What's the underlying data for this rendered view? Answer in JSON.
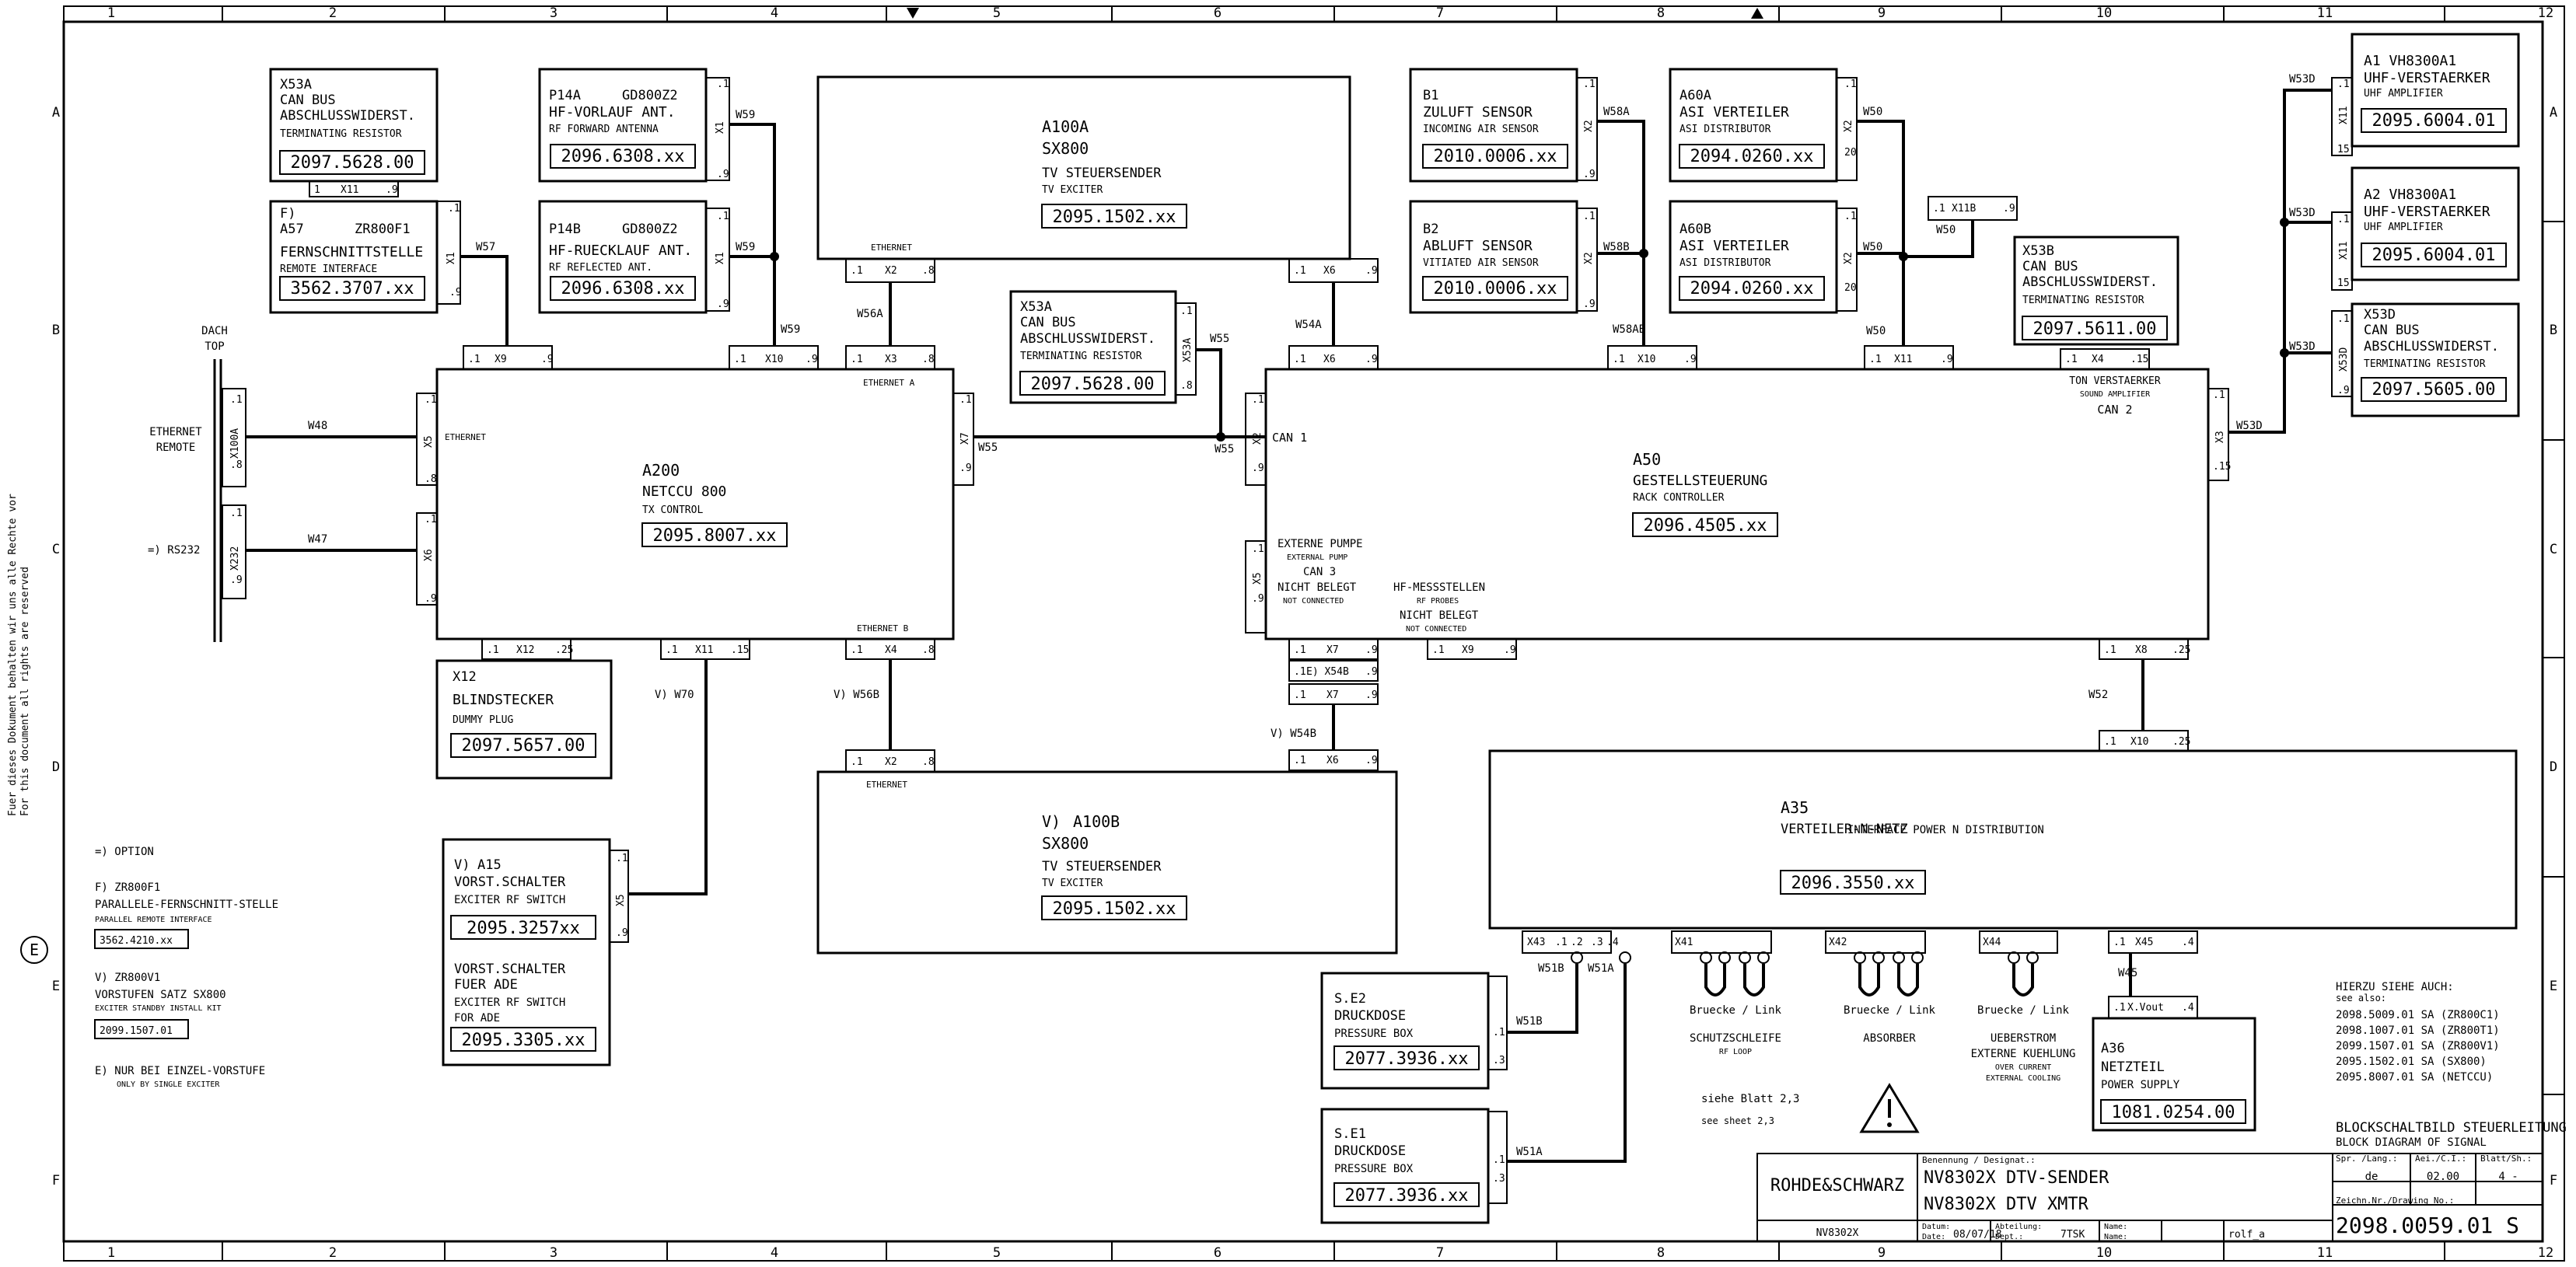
{
  "grid": {
    "cols": [
      "1",
      "2",
      "3",
      "4",
      "5",
      "6",
      "7",
      "8",
      "9",
      "10",
      "11",
      "12"
    ],
    "rows": [
      "A",
      "B",
      "C",
      "D",
      "E",
      "F"
    ]
  },
  "side_note": {
    "line1": "Fuer dieses Dokument behalten wir uns alle Rechte vor",
    "line2": "For this document all rights are reserved",
    "mark": "E"
  },
  "blocks": {
    "x53a_top": {
      "ref": "X53A",
      "l1": "CAN BUS",
      "l2": "ABSCHLUSSWIDERST.",
      "sub": "TERMINATING RESISTOR",
      "part": "2097.5628.00"
    },
    "a57": {
      "prefix": "F)",
      "ref": "A57",
      "type": "ZR800F1",
      "l1": "FERNSCHNITTSTELLE",
      "sub": "REMOTE INTERFACE",
      "part": "3562.3707.xx"
    },
    "p14a": {
      "ref": "P14A",
      "type": "GD800Z2",
      "l1": "HF-VORLAUF ANT.",
      "sub": "RF FORWARD ANTENNA",
      "part": "2096.6308.xx"
    },
    "p14b": {
      "ref": "P14B",
      "type": "GD800Z2",
      "l1": "HF-RUECKLAUF ANT.",
      "sub": "RF REFLECTED ANT.",
      "part": "2096.6308.xx"
    },
    "a100a": {
      "ref": "A100A",
      "type": "SX800",
      "l1": "TV STEUERSENDER",
      "sub": "TV EXCITER",
      "part": "2095.1502.xx"
    },
    "x53a_mid": {
      "ref": "X53A",
      "l1": "CAN BUS",
      "l2": "ABSCHLUSSWIDERST.",
      "sub": "TERMINATING RESISTOR",
      "part": "2097.5628.00"
    },
    "b1": {
      "ref": "B1",
      "l1": "ZULUFT SENSOR",
      "sub": "INCOMING AIR SENSOR",
      "part": "2010.0006.xx"
    },
    "b2": {
      "ref": "B2",
      "l1": "ABLUFT SENSOR",
      "sub": "VITIATED AIR SENSOR",
      "part": "2010.0006.xx"
    },
    "a60a": {
      "ref": "A60A",
      "l1": "ASI VERTEILER",
      "sub": "ASI DISTRIBUTOR",
      "part": "2094.0260.xx"
    },
    "a60b": {
      "ref": "A60B",
      "l1": "ASI VERTEILER",
      "sub": "ASI DISTRIBUTOR",
      "part": "2094.0260.xx"
    },
    "x53b": {
      "ref": "X53B",
      "l1": "CAN BUS",
      "l2": "ABSCHLUSSWIDERST.",
      "sub": "TERMINATING RESISTOR",
      "part": "2097.5611.00"
    },
    "a1": {
      "ref": "A1 VH8300A1",
      "l1": "UHF-VERSTAERKER",
      "sub": "UHF AMPLIFIER",
      "part": "2095.6004.01"
    },
    "a2": {
      "ref": "A2 VH8300A1",
      "l1": "UHF-VERSTAERKER",
      "sub": "UHF AMPLIFIER",
      "part": "2095.6004.01"
    },
    "x53d": {
      "ref": "X53D",
      "l1": "CAN BUS",
      "l2": "ABSCHLUSSWIDERST.",
      "sub": "TERMINATING RESISTOR",
      "part": "2097.5605.00"
    },
    "a200": {
      "ref": "A200",
      "type": "NETCCU 800",
      "sub": "TX CONTROL",
      "part": "2095.8007.xx",
      "eth_a": "ETHERNET A",
      "eth_b": "ETHERNET B",
      "eth": "ETHERNET"
    },
    "a50": {
      "ref": "A50",
      "l1": "GESTELLSTEUERUNG",
      "sub": "RACK CONTROLLER",
      "part": "2096.4505.xx",
      "can1": "CAN 1",
      "can2": "CAN 2",
      "ton": "TON VERSTAERKER",
      "ton_sub": "SOUND AMPLIFIER",
      "pump": "EXTERNE PUMPE",
      "pump_sub": "EXTERNAL PUMP",
      "can3": "CAN 3",
      "nb": "NICHT BELEGT",
      "nc": "NOT CONNECTED",
      "hf": "HF-MESSSTELLEN",
      "hf_sub": "RF PROBES"
    },
    "x12": {
      "ref": "X12",
      "l1": "BLINDSTECKER",
      "sub": "DUMMY PLUG",
      "part": "2097.5657.00"
    },
    "a100b": {
      "prefix": "V)",
      "ref": "A100B",
      "type": "SX800",
      "l1": "TV STEUERSENDER",
      "sub": "TV EXCITER",
      "part": "2095.1502.xx",
      "eth": "ETHERNET"
    },
    "a15": {
      "prefix": "V)",
      "ref": "A15",
      "l1": "VORST.SCHALTER",
      "sub": "EXCITER   RF SWITCH",
      "part": "2095.3257xx",
      "l2": "VORST.SCHALTER",
      "l3": "FUER ADE",
      "sub2": "EXCITER   RF SWITCH",
      "sub3": "FOR ADE",
      "part2": "2095.3305.xx"
    },
    "a35": {
      "ref": "A35",
      "l1": "VERTEILER-N-NETZ",
      "sub": "INTERFACE POWER N DISTRIBUTION",
      "part": "2096.3550.xx"
    },
    "se2": {
      "ref": "S.E2",
      "l1": "DRUCKDOSE",
      "sub": "PRESSURE BOX",
      "part": "2077.3936.xx"
    },
    "se1": {
      "ref": "S.E1",
      "l1": "DRUCKDOSE",
      "sub": "PRESSURE BOX",
      "part": "2077.3936.xx"
    },
    "a36": {
      "ref": "A36",
      "l1": "NETZTEIL",
      "sub": "POWER SUPPLY",
      "part": "1081.0254.00"
    }
  },
  "labels": {
    "dach": "DACH",
    "top": "TOP",
    "eth_remote": "ETHERNET",
    "remote": "REMOTE",
    "rs232": "=) RS232",
    "w48": "W48",
    "w47": "W47",
    "w57": "W57",
    "w59": "W59",
    "w56a": "W56A",
    "w55": "W55",
    "w54a": "W54A",
    "w58a": "W58A",
    "w58b": "W58B",
    "w58ab": "W58AB",
    "w50": "W50",
    "w53d": "W53D",
    "w52": "W52",
    "w45": "W45",
    "w70": "V) W70",
    "w56b": "V) W56B",
    "w54b": "V) W54B",
    "w51a": "W51A",
    "w51b": "W51B"
  },
  "links": {
    "x41": "X41",
    "x42": "X42",
    "x44": "X44",
    "x41_lbl": "Bruecke / Link",
    "x41_t1": "SCHUTZSCHLEIFE",
    "x41_t2": "RF LOOP",
    "x42_lbl": "Bruecke / Link",
    "x42_t1": "ABSORBER",
    "x44_lbl": "Bruecke / Link",
    "x44_t1": "UEBERSTROM",
    "x44_t2": "EXTERNE KUEHLUNG",
    "x44_t3": "OVER CURRENT",
    "x44_t4": "EXTERNAL COOLING"
  },
  "legend": {
    "option": "=) OPTION",
    "f_title": "F) ZR800F1",
    "f_l1": "PARALLELE-FERNSCHNITT-STELLE",
    "f_l2": "PARALLEL REMOTE INTERFACE",
    "f_part": "3562.4210.xx",
    "v_title": "V) ZR800V1",
    "v_l1": "VORSTUFEN SATZ   SX800",
    "v_l2": "EXCITER STANDBY INSTALL KIT",
    "v_part": "2099.1507.01",
    "e_l1": "E) NUR BEI EINZEL-VORSTUFE",
    "e_l2": "ONLY BY SINGLE EXCITER"
  },
  "see_also": {
    "title": "HIERZU SIEHE AUCH:",
    "sub": "see also:",
    "refs": [
      "2098.5009.01 SA (ZR800C1)",
      "2098.1007.01 SA (ZR800T1)",
      "2099.1507.01 SA (ZR800V1)",
      "2095.1502.01 SA   (SX800)",
      "2095.8007.01 SA (NETCCU)"
    ]
  },
  "sheet_note": {
    "l1": "siehe Blatt 2,3",
    "l2": "see sheet 2,3"
  },
  "title_block": {
    "company": "ROHDE&SCHWARZ",
    "model": "NV8302X",
    "desig_label": "Benennung / Designat.:",
    "line1": "NV8302X   DTV-SENDER",
    "line2": "NV8302X   DTV   XMTR",
    "diagram_title": "BLOCKSCHALTBILD STEUERLEITUNG",
    "diagram_sub": "BLOCK DIAGRAM OF SIGNAL",
    "spr_label": "Spr. /Lang.:",
    "spr": "de",
    "aei_label": "Aei./C.I.:",
    "aei": "02.00",
    "blatt_label": "Blatt/Sh.:",
    "blatt": "4 -",
    "drw_label": "Zeichn.Nr./Drawing No.:",
    "drw": "2098.0059.01 S",
    "datum_label": "Datum:",
    "date_label": "Date:",
    "date": "08/07/18",
    "abt_label": "Abteilung:",
    "dept_label": "Dept.:",
    "dept": "7TSK",
    "name_label": "Name:",
    "name_label2": "Name:",
    "name": "rolf_a"
  }
}
